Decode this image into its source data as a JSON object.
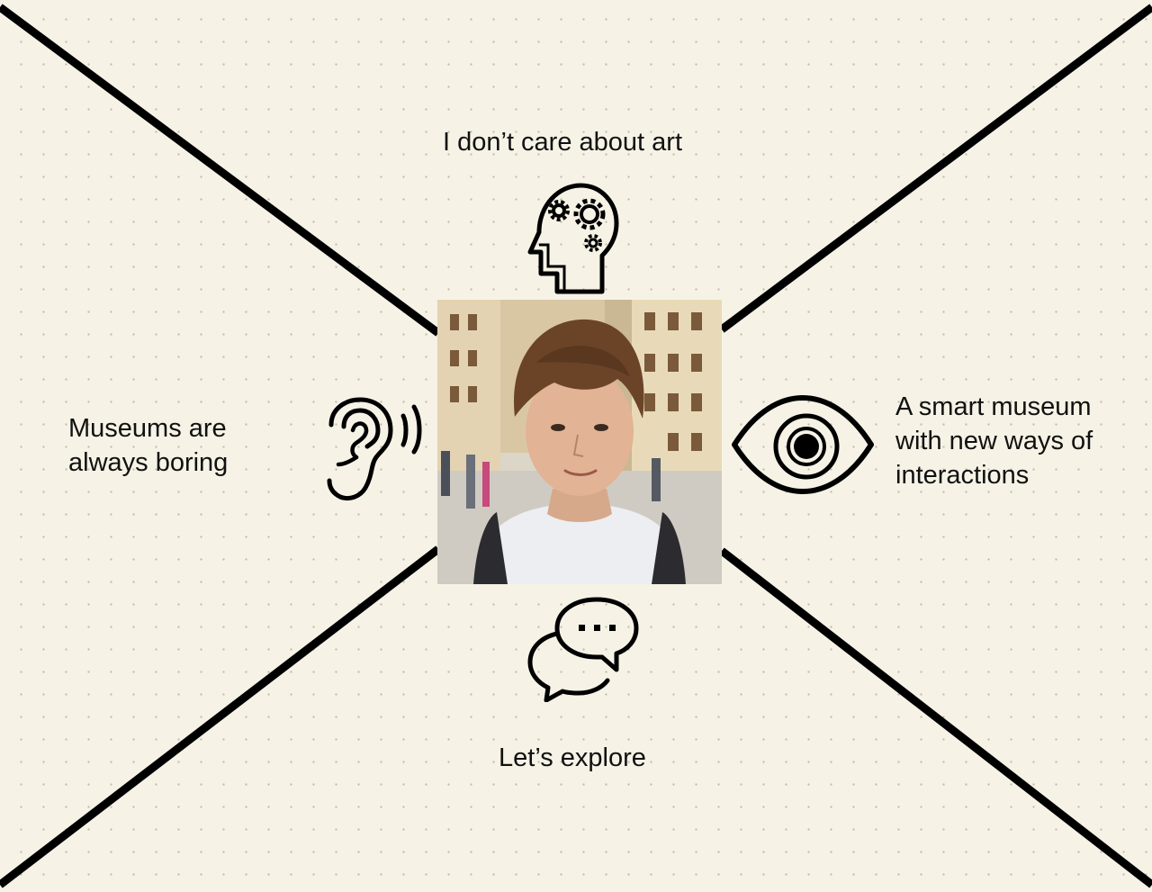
{
  "empathy_map": {
    "thinks": "I don’t care about art",
    "hears": [
      "Museums are",
      "always boring"
    ],
    "sees": [
      "A smart museum",
      "with new ways of",
      "interactions"
    ],
    "says": "Let’s explore"
  },
  "icons": {
    "thinks": "head-gears-icon",
    "hears": "ear-icon",
    "sees": "eye-icon",
    "says": "chat-bubbles-icon"
  },
  "colors": {
    "background": "#f6f3e6",
    "ink": "#111111"
  }
}
